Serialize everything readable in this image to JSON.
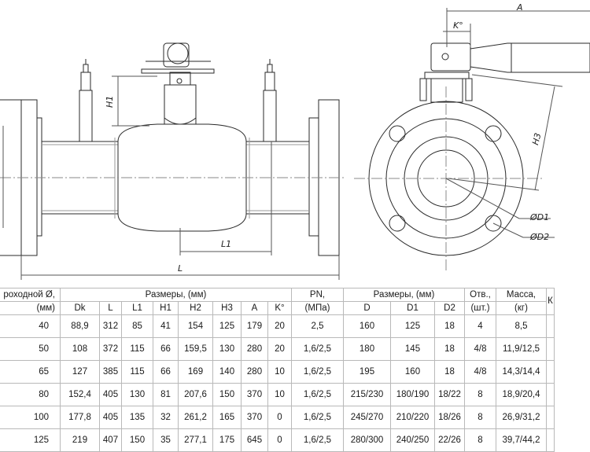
{
  "drawing": {
    "labels": {
      "h1": "H1",
      "l1": "L1",
      "l": "L",
      "a": "A",
      "k": "K°",
      "h3": "H3",
      "d1": "ØD1",
      "d2": "ØD2"
    }
  },
  "table": {
    "header": {
      "bore": "роходной Ø,",
      "bore_unit": "(мм)",
      "sizes": "Размеры, (мм)",
      "pn": "PN,",
      "pn_unit": "(МПа)",
      "sizes2": "Размеры, (мм)",
      "holes": "Отв.,",
      "holes_unit": "(шт.)",
      "mass": "Масса,",
      "mass_unit": "(кг)",
      "cut": "К",
      "cols": [
        "Dk",
        "L",
        "L1",
        "H1",
        "H2",
        "H3",
        "A",
        "K°"
      ],
      "cols2": [
        "D",
        "D1",
        "D2"
      ]
    },
    "rows": [
      {
        "dn": "40",
        "dk": "88,9",
        "l": "312",
        "l1": "85",
        "h1": "41",
        "h2": "154",
        "h3": "125",
        "a": "179",
        "k": "20",
        "pn": "2,5",
        "d": "160",
        "d1": "125",
        "d2": "18",
        "holes": "4",
        "mass": "8,5"
      },
      {
        "dn": "50",
        "dk": "108",
        "l": "372",
        "l1": "115",
        "h1": "66",
        "h2": "159,5",
        "h3": "130",
        "a": "280",
        "k": "20",
        "pn": "1,6/2,5",
        "d": "180",
        "d1": "145",
        "d2": "18",
        "holes": "4/8",
        "mass": "11,9/12,5"
      },
      {
        "dn": "65",
        "dk": "127",
        "l": "385",
        "l1": "115",
        "h1": "66",
        "h2": "169",
        "h3": "140",
        "a": "280",
        "k": "10",
        "pn": "1,6/2,5",
        "d": "195",
        "d1": "160",
        "d2": "18",
        "holes": "4/8",
        "mass": "14,3/14,4"
      },
      {
        "dn": "80",
        "dk": "152,4",
        "l": "405",
        "l1": "130",
        "h1": "81",
        "h2": "207,6",
        "h3": "150",
        "a": "370",
        "k": "10",
        "pn": "1,6/2,5",
        "d": "215/230",
        "d1": "180/190",
        "d2": "18/22",
        "holes": "8",
        "mass": "18,9/20,4"
      },
      {
        "dn": "100",
        "dk": "177,8",
        "l": "405",
        "l1": "135",
        "h1": "32",
        "h2": "261,2",
        "h3": "165",
        "a": "370",
        "k": "0",
        "pn": "1,6/2,5",
        "d": "245/270",
        "d1": "210/220",
        "d2": "18/26",
        "holes": "8",
        "mass": "26,9/31,2"
      },
      {
        "dn": "125",
        "dk": "219",
        "l": "407",
        "l1": "150",
        "h1": "35",
        "h2": "277,1",
        "h3": "175",
        "a": "645",
        "k": "0",
        "pn": "1,6/2,5",
        "d": "280/300",
        "d1": "240/250",
        "d2": "22/26",
        "holes": "8",
        "mass": "39,7/44,2"
      }
    ]
  }
}
